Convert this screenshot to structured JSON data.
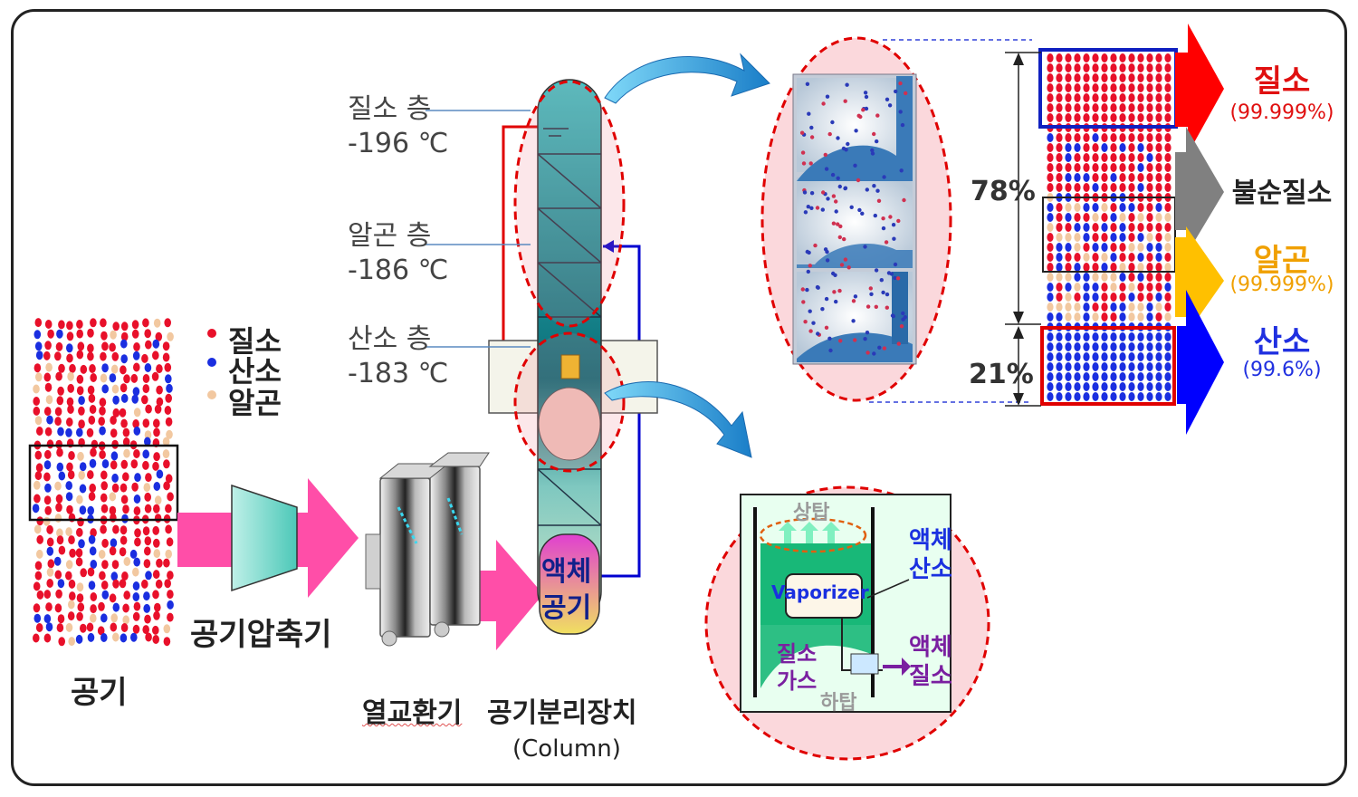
{
  "legend": {
    "nitrogen": {
      "label": "질소",
      "color": "#e8102a"
    },
    "oxygen": {
      "label": "산소",
      "color": "#1a2ee0"
    },
    "argon": {
      "label": "알곤",
      "color": "#f2c8a0"
    }
  },
  "left": {
    "air_label": "공기",
    "compressor_label": "공기압축기",
    "heat_exchanger_label": "열교환기",
    "separator_label": "공기분리장치",
    "column_label": "(Column)"
  },
  "column": {
    "layers": [
      {
        "name": "질소 층",
        "temp": "-196 ℃"
      },
      {
        "name": "알곤 층",
        "temp": "-186 ℃"
      },
      {
        "name": "산소 층",
        "temp": "-183 ℃"
      }
    ],
    "liquid_air_line1": "액체",
    "liquid_air_line2": "공기"
  },
  "bottom_detail": {
    "top_label": "상탑",
    "bottom_label": "하탑",
    "vaporizer_label": "Vaporizer",
    "liquid_oxygen_line1": "액체",
    "liquid_oxygen_line2": "산소",
    "nitrogen_gas_line1": "질소",
    "nitrogen_gas_line2": "가스",
    "liquid_nitrogen_line1": "액체",
    "liquid_nitrogen_line2": "질소"
  },
  "composition": {
    "pct_78": "78%",
    "pct_21": "21%"
  },
  "outputs": [
    {
      "name": "질소",
      "purity": "(99.999%)",
      "color": "#ff0000",
      "text_color": "#e01010"
    },
    {
      "name": "불순질소",
      "purity": "",
      "color": "#808080",
      "text_color": "#222222"
    },
    {
      "name": "알곤",
      "purity": "(99.999%)",
      "color": "#ffc000",
      "text_color": "#f0a000"
    },
    {
      "name": "산소",
      "purity": "(99.6%)",
      "color": "#0000ff",
      "text_color": "#2030e0"
    }
  ]
}
